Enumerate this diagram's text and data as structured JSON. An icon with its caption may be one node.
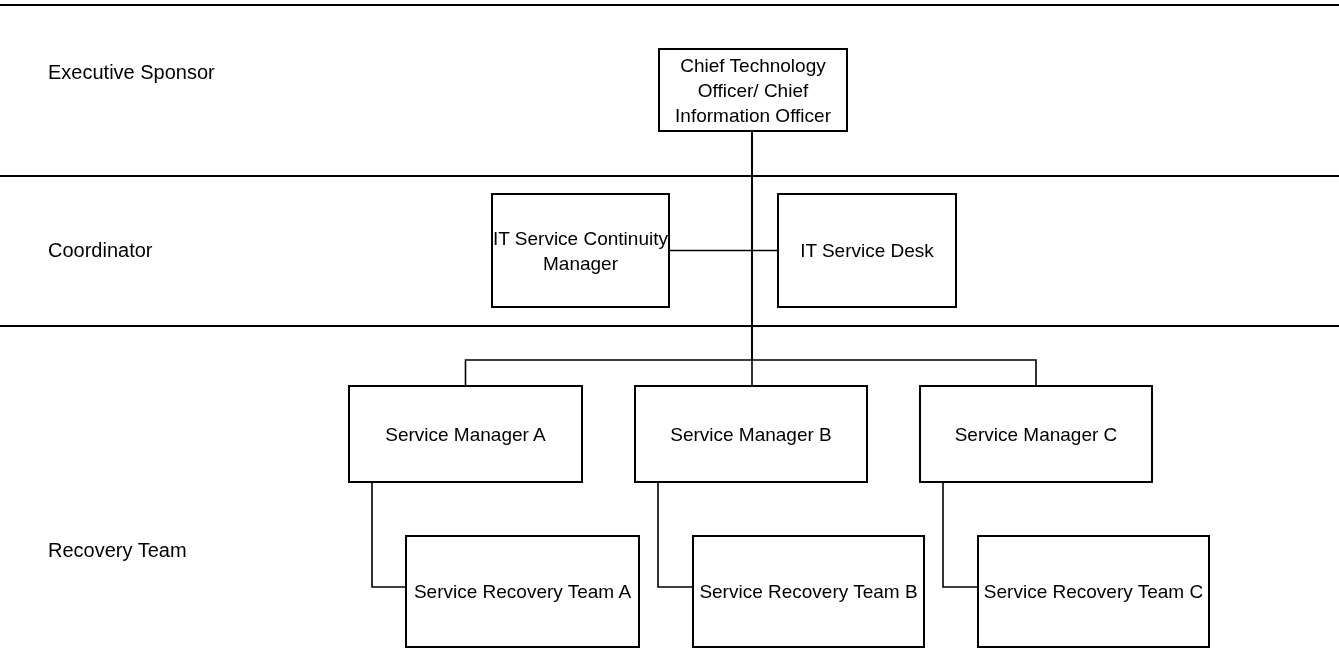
{
  "diagram": {
    "nodes": [
      {
        "text": [
          "Chief Technology Officer/ Chief Information Officer"
        ]
      },
      {
        "text": [
          "IT Service Continuity Manager"
        ]
      },
      {
        "text": [
          "IT Service Desk"
        ]
      },
      {
        "text": [
          "Service Manager A"
        ]
      },
      {
        "text": [
          "Service Manager B"
        ]
      },
      {
        "text": [
          "Service Manager C"
        ]
      },
      {
        "text": [
          "Service Recovery Team A"
        ]
      },
      {
        "text": [
          "Service Recovery Team B"
        ]
      },
      {
        "text": [
          "Service Recovery Team C"
        ]
      }
    ],
    "edges": [
      {
        "from": 0,
        "to": 1,
        "arrow": "none"
      },
      {
        "from": 0,
        "to": 2,
        "arrow": "none"
      },
      {
        "from": 0,
        "to": 3,
        "arrow": "none"
      },
      {
        "from": 0,
        "to": 4,
        "arrow": "none"
      },
      {
        "from": 0,
        "to": 5,
        "arrow": "none"
      },
      {
        "from": 3,
        "to": 6,
        "arrow": "none"
      },
      {
        "from": 4,
        "to": 7,
        "arrow": "none"
      },
      {
        "from": 5,
        "to": 8,
        "arrow": "none"
      }
    ],
    "labels": [
      "Executive Sponsor",
      "Coordinator",
      "Recovery Team"
    ]
  }
}
